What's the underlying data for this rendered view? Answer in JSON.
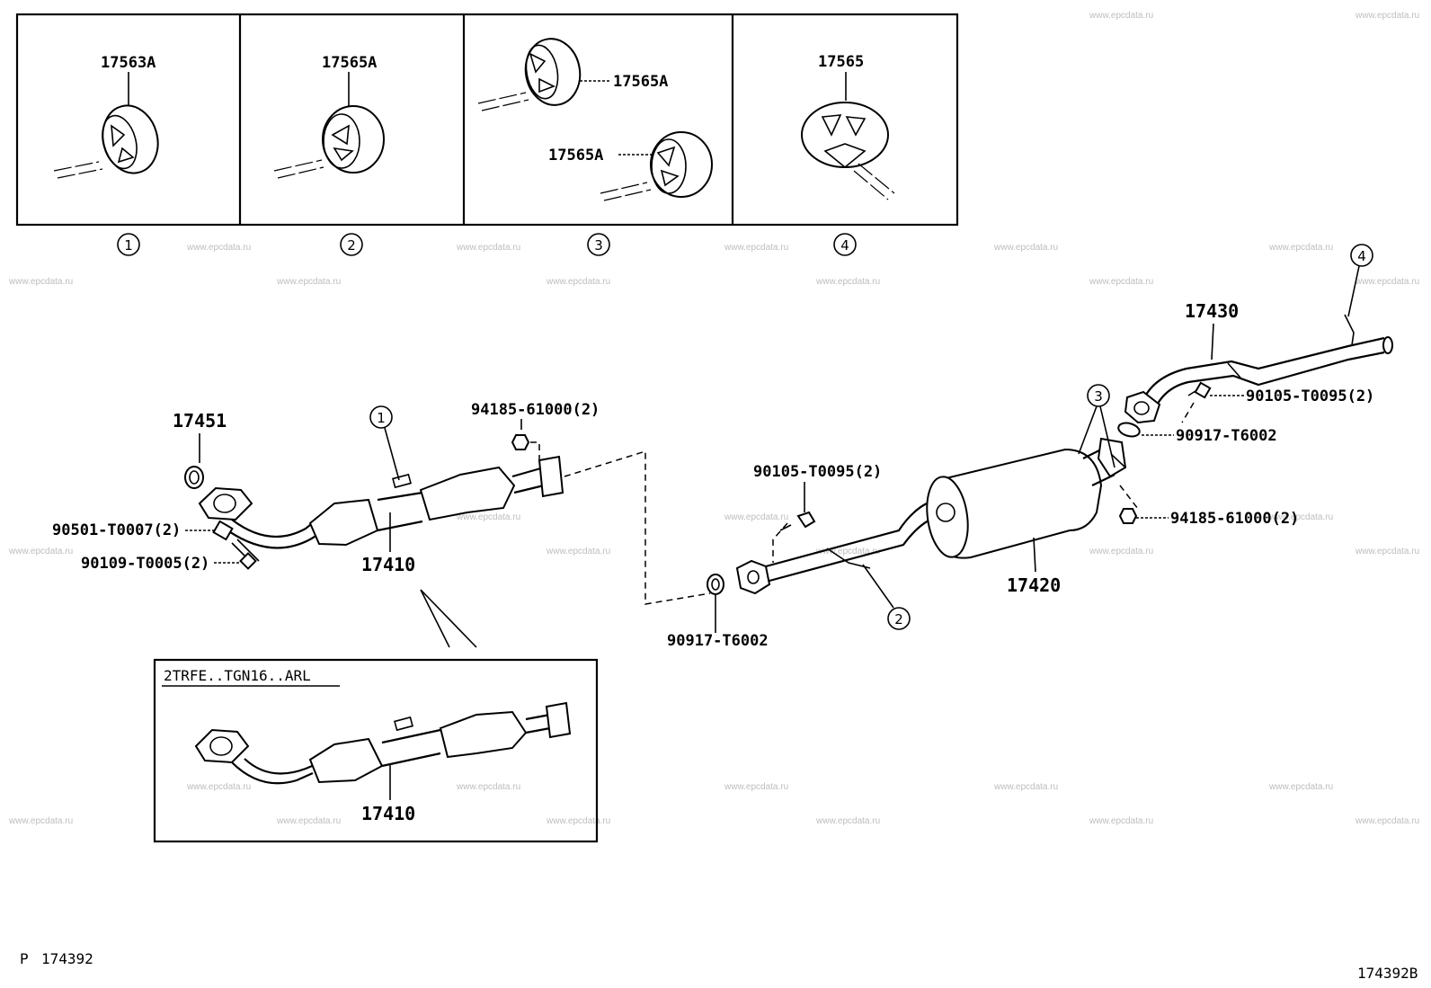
{
  "watermark": "www.epcdata.ru",
  "hanger_panels": [
    {
      "label": "17563A",
      "index": "1"
    },
    {
      "label": "17565A",
      "index": "2"
    },
    {
      "label": "17565A",
      "index": "3",
      "label2": "17565A"
    },
    {
      "label": "17565",
      "index": "4"
    }
  ],
  "callouts": {
    "c17451": "17451",
    "c90501": "90501-T0007(2)",
    "c90109": "90109-T0005(2)",
    "c17410": "17410",
    "c94185a": "94185-61000(2)",
    "c1": "1",
    "c90105a": "90105-T0095(2)",
    "c90917a": "90917-T6002",
    "c2": "2",
    "c17420": "17420",
    "c3": "3",
    "c17430": "17430",
    "c4": "4",
    "c90105b": "90105-T0095(2)",
    "c90917b": "90917-T6002",
    "c94185b": "94185-61000(2)"
  },
  "inset": {
    "title": "2TRFE..TGN16..ARL",
    "part": "17410"
  },
  "footer": {
    "left_prefix": "P",
    "left_code": "174392",
    "right_code": "174392B"
  }
}
